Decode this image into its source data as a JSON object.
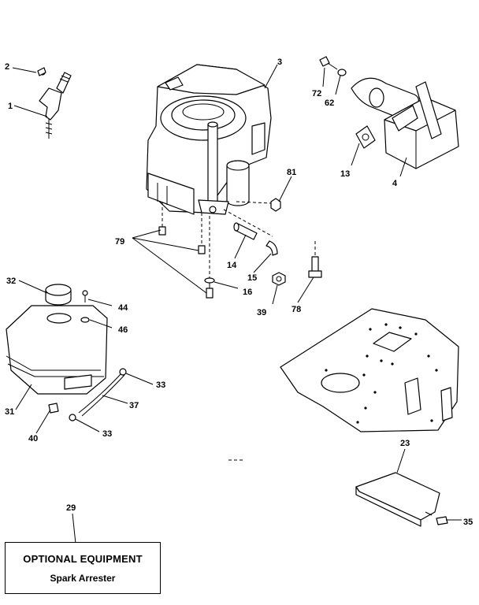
{
  "labels": {
    "p2": "2",
    "p1": "1",
    "p3": "3",
    "p72": "72",
    "p62": "62",
    "p13": "13",
    "p4": "4",
    "p81": "81",
    "p79": "79",
    "p14": "14",
    "p15": "15",
    "p16": "16",
    "p39": "39",
    "p78": "78",
    "p32": "32",
    "p44": "44",
    "p46": "46",
    "p31": "31",
    "p33a": "33",
    "p37": "37",
    "p40": "40",
    "p33b": "33",
    "p23": "23",
    "p35": "35",
    "p29": "29"
  },
  "option_box": {
    "title": "OPTIONAL EQUIPMENT",
    "item": "Spark Arrester"
  }
}
